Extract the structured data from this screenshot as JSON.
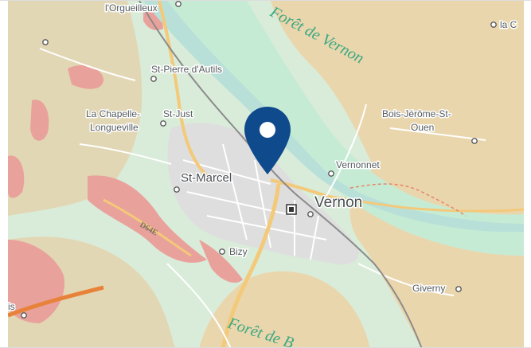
{
  "map": {
    "colors": {
      "low_land": "#d9ecd9",
      "forest": "#e2d7b4",
      "hills": "#ead6ad",
      "slope": "#e9a19b",
      "valley": "#c6ebd5",
      "urban": "#dedede",
      "river": "#b9e0d8",
      "major_road": "#f3c97a",
      "rail": "#8b8b8b",
      "marker": "#0f4b8c"
    },
    "places": {
      "orgueilleux": "l'Orgueilleux",
      "foret_vernon": "Forêt de Vernon",
      "st_pierre": "St-Pierre d'Autils",
      "la_c": "la C",
      "chapelle_1": "La Chapelle-",
      "chapelle_2": "Longueville",
      "st_just": "St-Just",
      "bois_jerome_1": "Bois-Jérôme-St-",
      "bois_jerome_2": "Ouen",
      "vernonnet": "Vernonnet",
      "st_marcel": "St-Marcel",
      "vernon": "Vernon",
      "road_d64e": "D64E",
      "bizy": "Bizy",
      "giverny": "Giverny",
      "foret_bizy": "Forêt de B",
      "edge_is": "is"
    },
    "icons": {
      "marker": "location-pin-icon",
      "station": "train-station-icon"
    }
  }
}
